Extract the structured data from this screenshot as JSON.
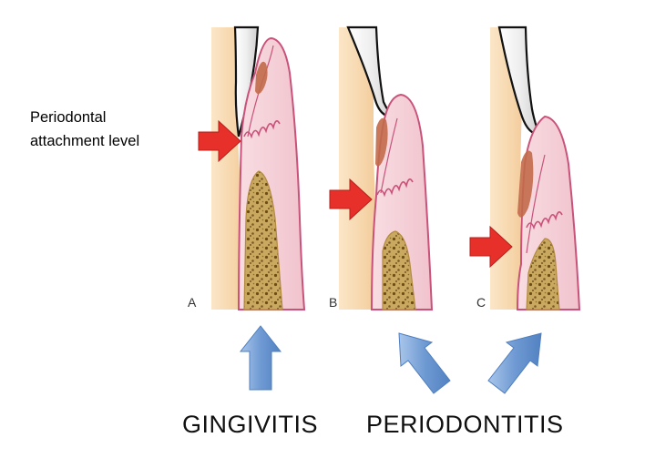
{
  "annotation": {
    "line1": "Periodontal",
    "line2": "attachment level"
  },
  "panels": [
    {
      "letter": "A"
    },
    {
      "letter": "B"
    },
    {
      "letter": "C"
    }
  ],
  "captions": {
    "gingivitis": "GINGIVITIS",
    "periodontitis": "PERIODONTITIS"
  },
  "colors": {
    "tooth_root": "#f6d8b0",
    "gingiva": "#f6d2d8",
    "gingiva_outline": "#c9527a",
    "enamel_crown": "#ededed",
    "bone": "#c8a760",
    "bone_dark": "#6b4c1a",
    "plaque_calculus": "#c26a4a",
    "attachment_arrow": "#e8302a",
    "category_arrow": "#7ea7d8"
  }
}
